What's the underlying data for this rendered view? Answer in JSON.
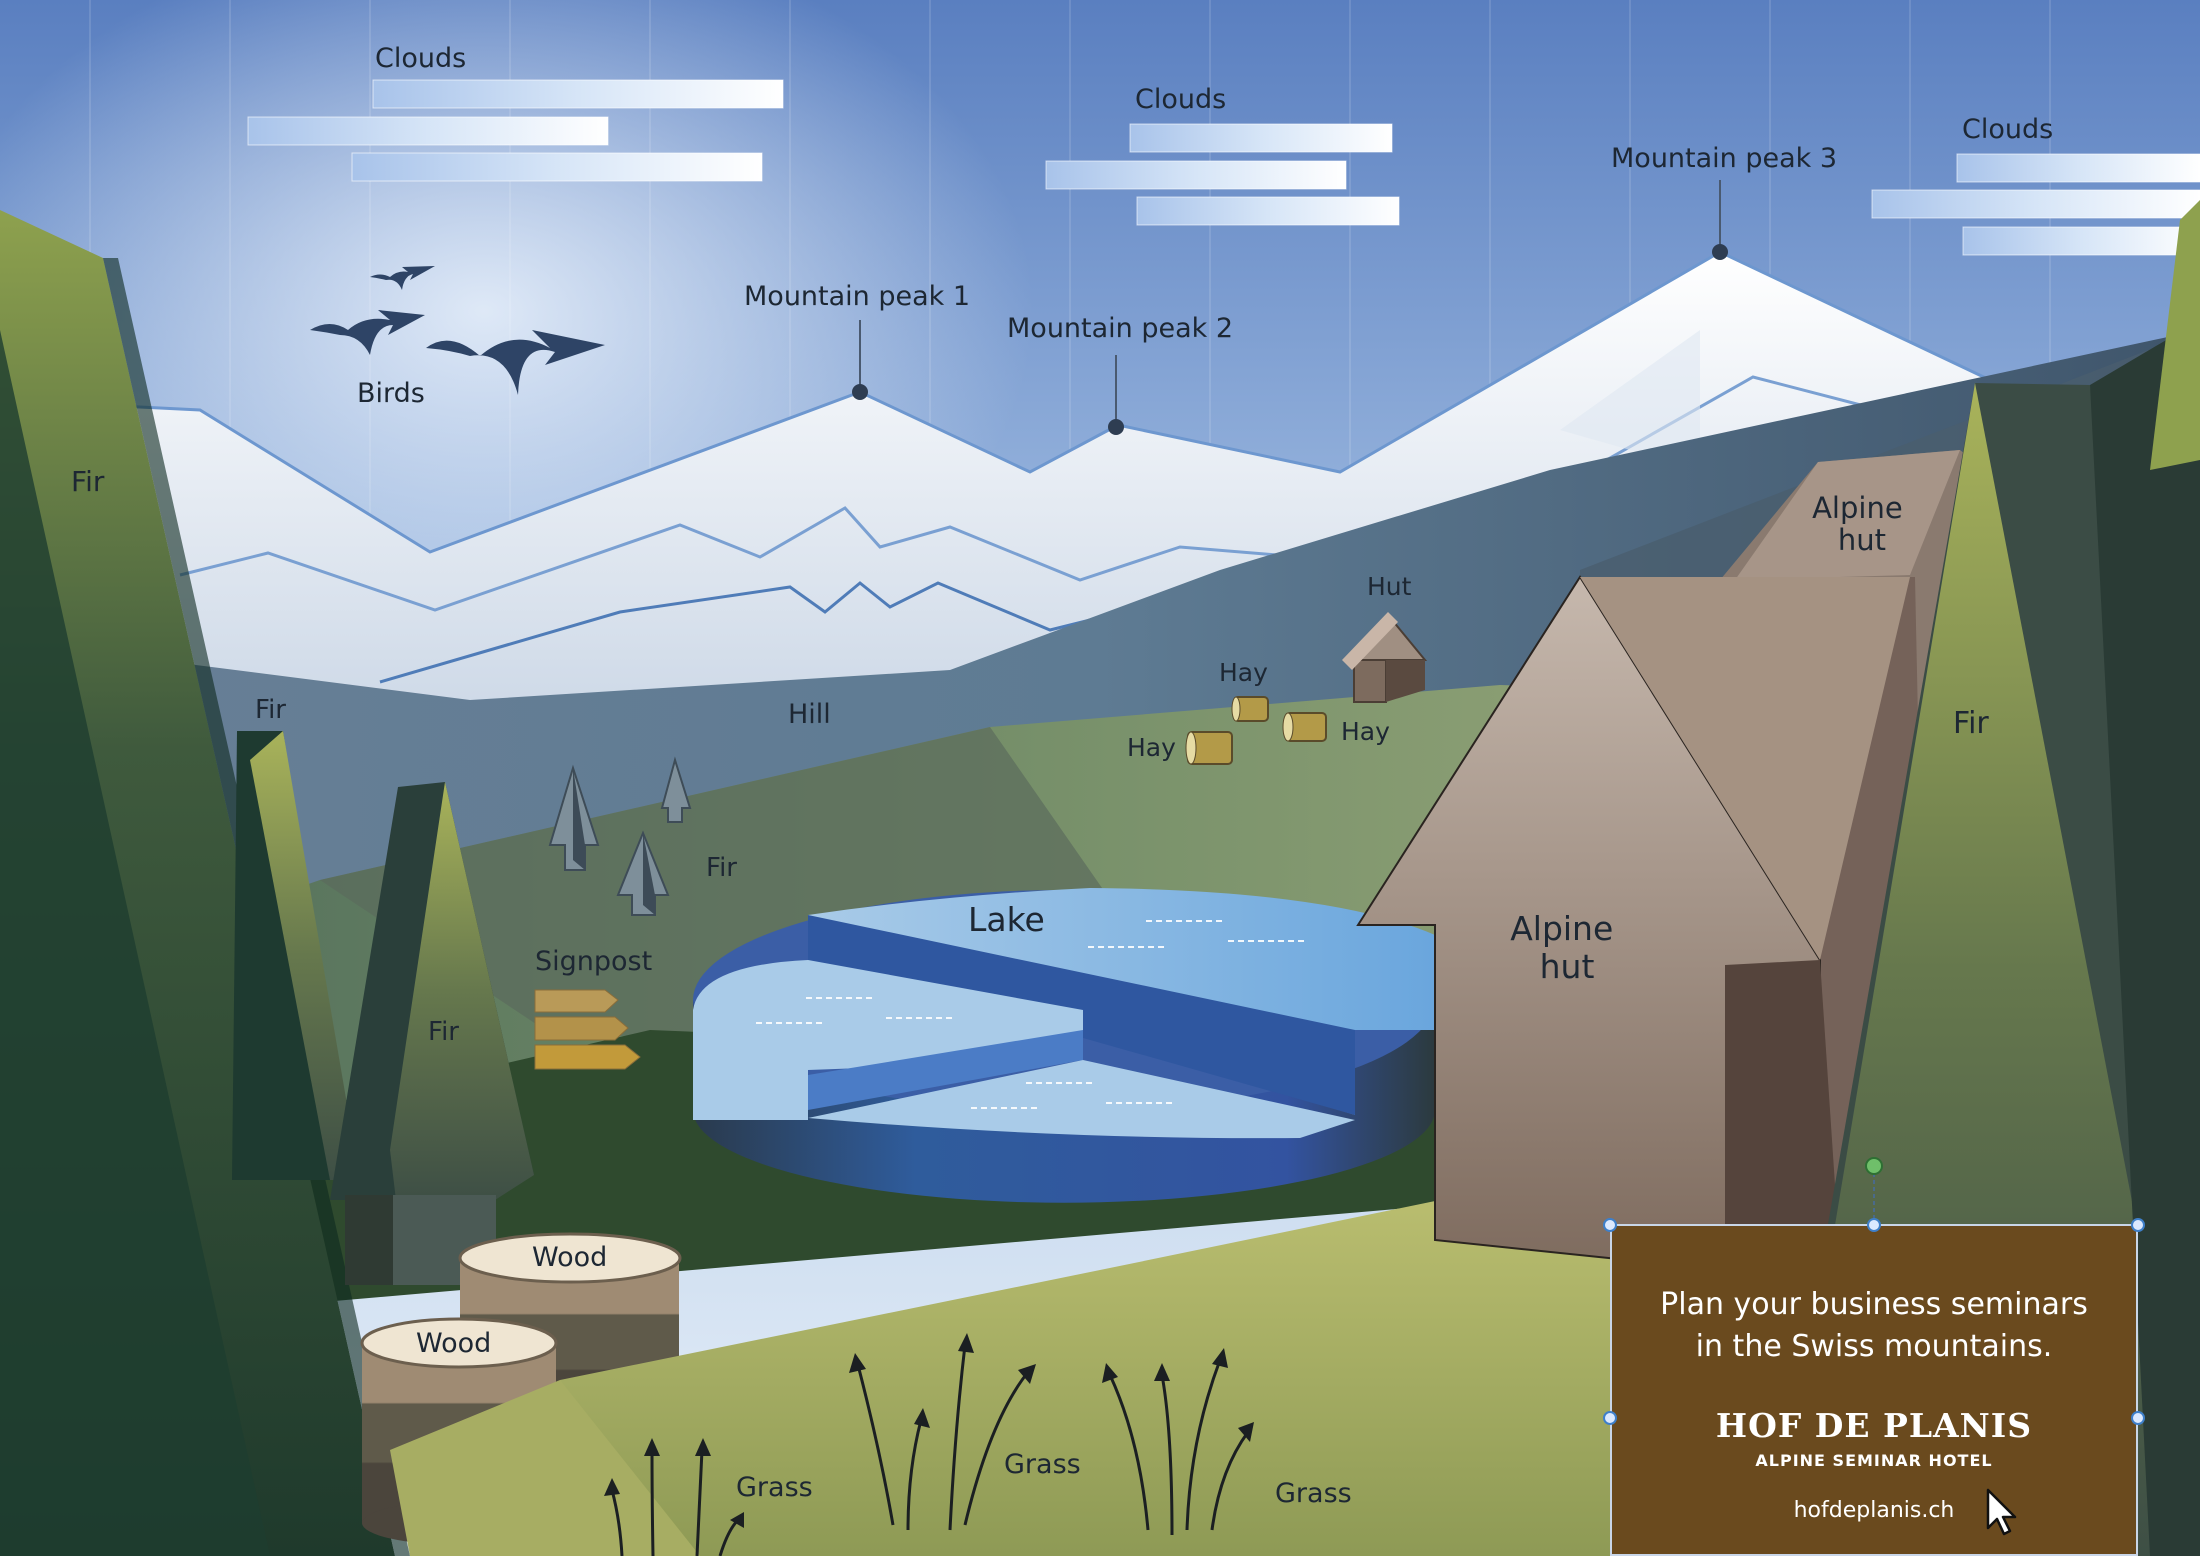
{
  "labels": {
    "clouds": "Clouds",
    "birds": "Birds",
    "fir": "Fir",
    "hill": "Hill",
    "hut": "Hut",
    "hay": "Hay",
    "alpine_hut": [
      "Alpine",
      "hut"
    ],
    "lake": "Lake",
    "signpost": "Signpost",
    "wood": "Wood",
    "grass": "Grass",
    "mountain_peak_1": "Mountain peak 1",
    "mountain_peak_2": "Mountain peak 2",
    "mountain_peak_3": "Mountain peak 3"
  },
  "ad": {
    "tagline_line1": "Plan your business seminars",
    "tagline_line2": "in the Swiss mountains.",
    "brand": "HOF DE PLANIS",
    "subbrand": "ALPINE SEMINAR HOTEL",
    "url": "hofdeplanis.ch"
  },
  "colors": {
    "sky_top": "#5a7fc0",
    "sky_bottom": "#dfeaf5",
    "ad_background": "#6a4a1e",
    "lake": "#6aa6dd"
  },
  "icons": [
    "bird-icon",
    "arrow-icon",
    "cursor-icon"
  ]
}
